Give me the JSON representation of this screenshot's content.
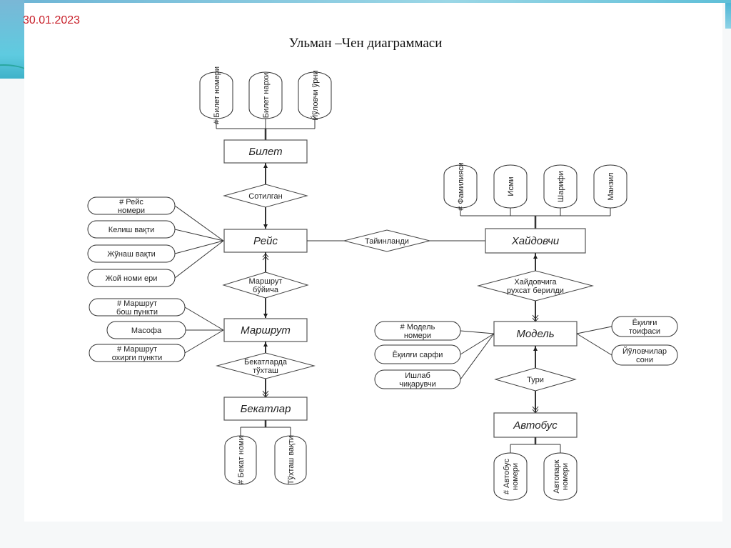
{
  "slide": {
    "date": "30.01.2023",
    "title": "Ульман –Чен диаграммаси"
  },
  "entities": {
    "bilet": "Билет",
    "reys": "Рейс",
    "marshrut": "Маршрут",
    "bekatlar": "Бекатлар",
    "haydovchi": "Хайдовчи",
    "model": "Модель",
    "avtobus": "Автобус"
  },
  "relationships": {
    "sotilgan": [
      "Сотилган"
    ],
    "tayinlandi": [
      "Тайинланди"
    ],
    "marshrut_buyicha": [
      "Маршрут",
      "бўйича"
    ],
    "bekatlarda_tukhtash": [
      "Бекатларда",
      "тўхташ"
    ],
    "haydovchiga_rukhsat": [
      "Хайдовчига",
      "рухсат берилди"
    ],
    "turi": [
      "Тури"
    ]
  },
  "attributes": {
    "bilet": [
      "# Билет номери",
      "Билет нархи",
      "Йўловчи ўрни"
    ],
    "reys": [
      [
        "# Рейс",
        "номери"
      ],
      [
        "Келиш вақти"
      ],
      [
        "Жўнаш вақти"
      ],
      [
        "Жой номи ери"
      ]
    ],
    "marshrut": [
      [
        "# Маршрут",
        "бош пункти"
      ],
      [
        "Масофа"
      ],
      [
        "# Маршрут",
        "охирги пункти"
      ]
    ],
    "bekatlar": [
      "# Бекат номи",
      "Тўхташ вақти"
    ],
    "haydovchi": [
      "# Фамилияси",
      "Исми",
      "Шарифи",
      "Манзил"
    ],
    "model_left": [
      [
        "# Модель",
        "номери"
      ],
      [
        "Ёқилғи сарфи"
      ],
      [
        "Ишлаб",
        "чиқарувчи"
      ]
    ],
    "model_right": [
      [
        "Ёқилғи",
        "тоифаси"
      ],
      [
        "Йўловчилар",
        "сони"
      ]
    ],
    "avtobus": [
      [
        "# Автобус",
        "номери"
      ],
      [
        "Автопарк",
        "номери"
      ]
    ]
  }
}
